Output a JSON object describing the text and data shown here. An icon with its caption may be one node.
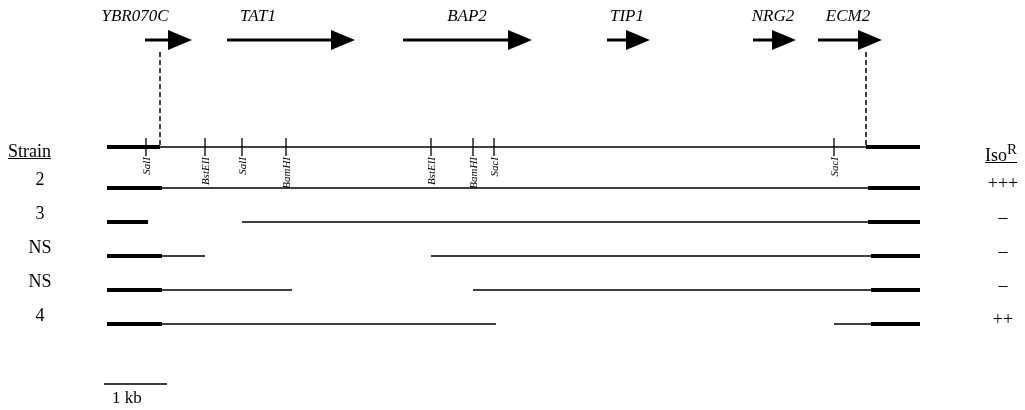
{
  "diagram": {
    "labels": [
      "YBR070C",
      "TAT1",
      "BAP2",
      "TIP1",
      "NRG2",
      "ECM2",
      "SalI",
      "BstEII",
      "SalI",
      "BamHI",
      "BstEII",
      "BamHI",
      "SacI",
      "SacI",
      "Strain",
      "Iso$^{R}$",
      "2",
      "+++",
      "3",
      "–",
      "NS",
      "–",
      "NS",
      "–",
      "4",
      "++",
      "1 kb"
    ]
  }
}
